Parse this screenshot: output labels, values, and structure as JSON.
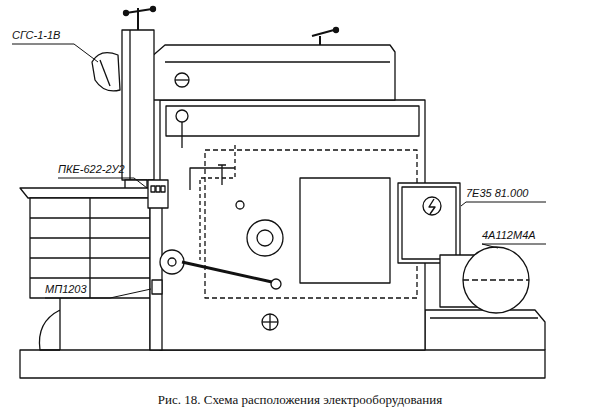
{
  "diagram": {
    "caption": "Рис. 18. Схема расположения электрооборудования",
    "labels": [
      "СГС-1-1В",
      "ПКЕ-622-2У2",
      "7Е35 81.000",
      "4А112М4А",
      "МП1203"
    ]
  }
}
